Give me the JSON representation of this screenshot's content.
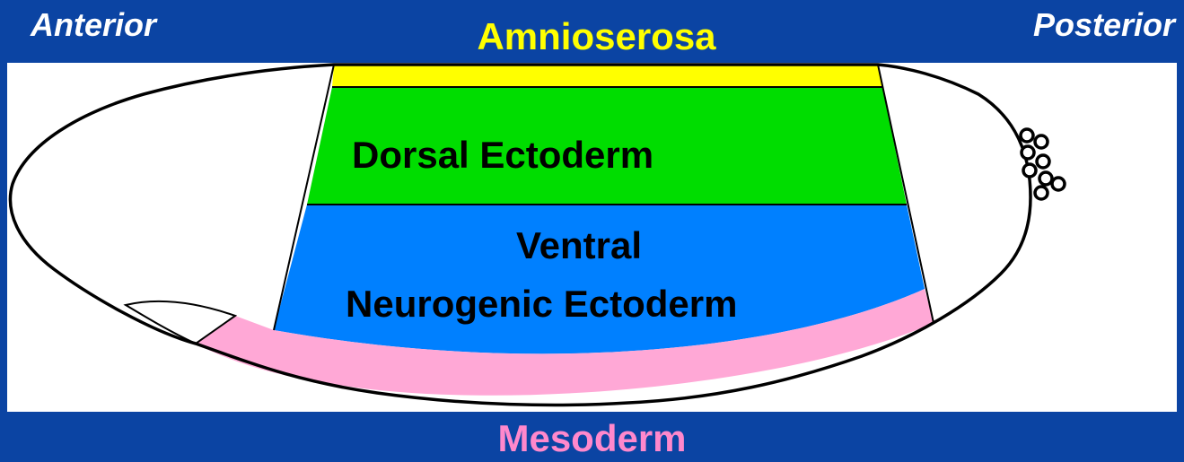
{
  "header": {
    "anterior": "Anterior",
    "posterior": "Posterior",
    "amnioserosa": "Amnioserosa"
  },
  "regions": {
    "dorsal_ectoderm": "Dorsal Ectoderm",
    "ventral_line1": "Ventral",
    "ventral_line2": "Neurogenic Ectoderm"
  },
  "footer": {
    "mesoderm": "Mesoderm"
  },
  "colors": {
    "background": "#0b44a3",
    "amnioserosa": "#ffff00",
    "dorsal_ectoderm": "#00dd00",
    "ventral_ectoderm": "#0080ff",
    "mesoderm": "#ffa8d6",
    "mesoderm_label": "#ff88cc",
    "outline": "#000000"
  }
}
